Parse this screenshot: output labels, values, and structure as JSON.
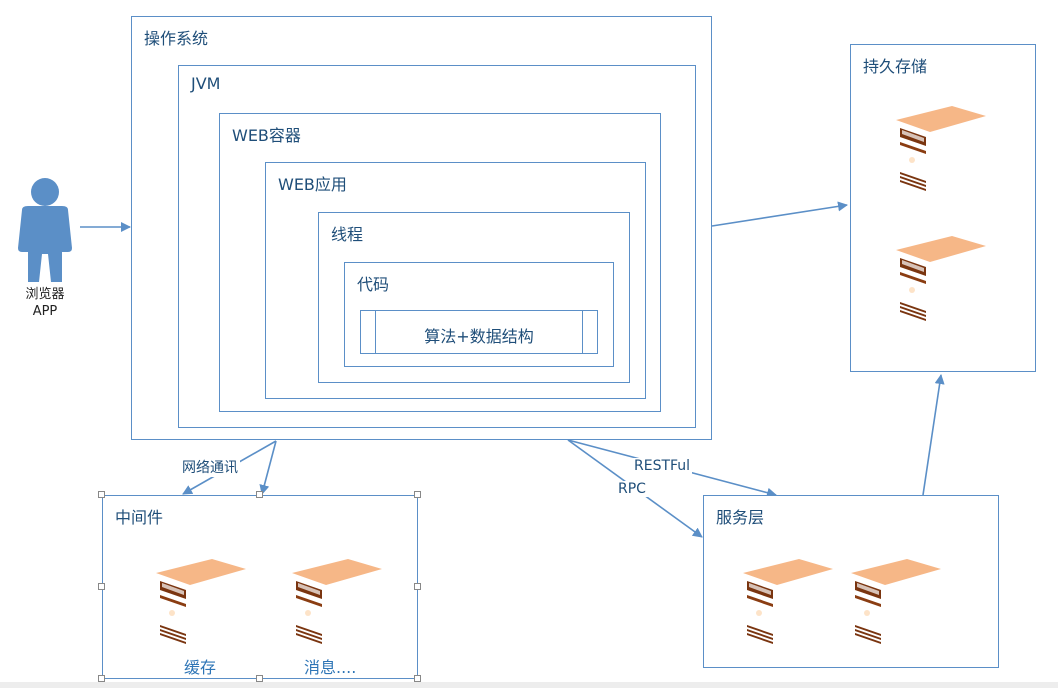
{
  "actor": {
    "caption_line1": "浏览器",
    "caption_line2": "APP",
    "icon": "person-icon"
  },
  "boxes": {
    "os": "操作系统",
    "jvm": "JVM",
    "web_container": "WEB容器",
    "web_app": "WEB应用",
    "thread": "线程",
    "code": "代码",
    "algo": "算法+数据结构",
    "storage": "持久存储",
    "middleware": "中间件",
    "service": "服务层"
  },
  "edges": {
    "network": "网络通讯",
    "restful": "RESTFul",
    "rpc": "RPC"
  },
  "middleware_items": {
    "cache": "缓存",
    "message": "消息...."
  },
  "icons": {
    "server": "server-icon"
  },
  "colors": {
    "line": "#5b8fc7",
    "text": "#1f4e79",
    "server_front": "#e8823a",
    "server_side": "#c25a17",
    "actor": "#5b8fc7"
  }
}
